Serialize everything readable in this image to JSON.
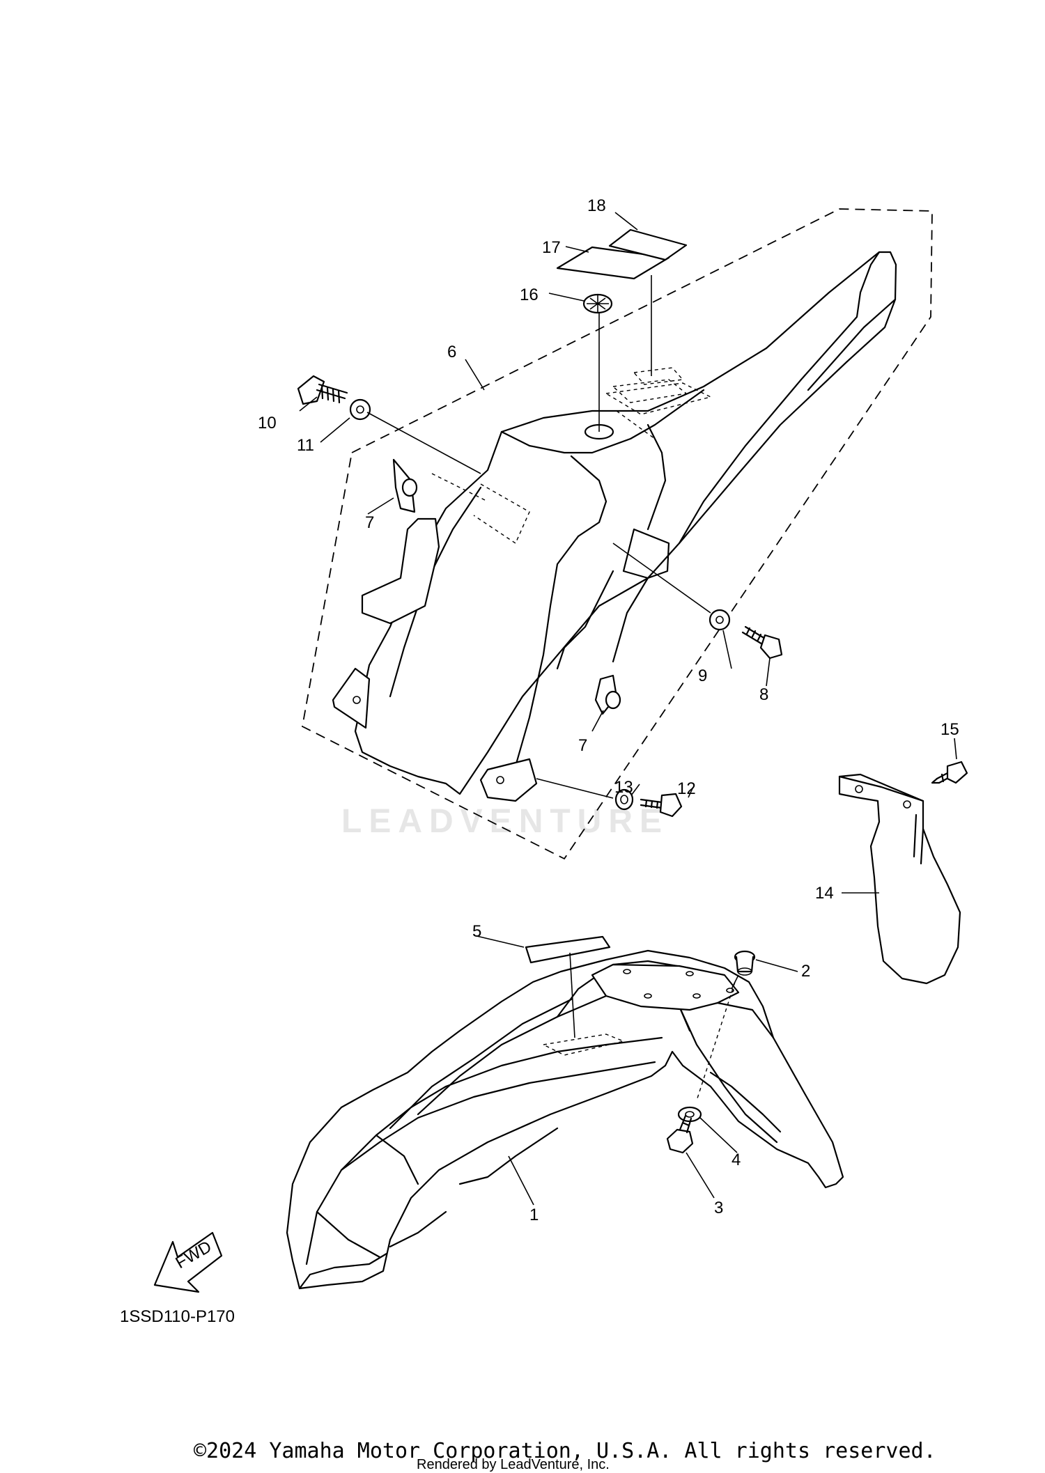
{
  "diagram": {
    "callouts": [
      "1",
      "2",
      "3",
      "4",
      "5",
      "6",
      "7",
      "7",
      "8",
      "9",
      "10",
      "11",
      "12",
      "13",
      "14",
      "15",
      "16",
      "17",
      "18"
    ],
    "fwd_label": "FWD",
    "drawing_code": "1SSD110-P170",
    "watermark": "LEADVENTURE",
    "copyright": "©2024 Yamaha Motor Corporation, U.S.A. All rights reserved.",
    "rendered_by": "Rendered by LeadVenture, Inc."
  }
}
